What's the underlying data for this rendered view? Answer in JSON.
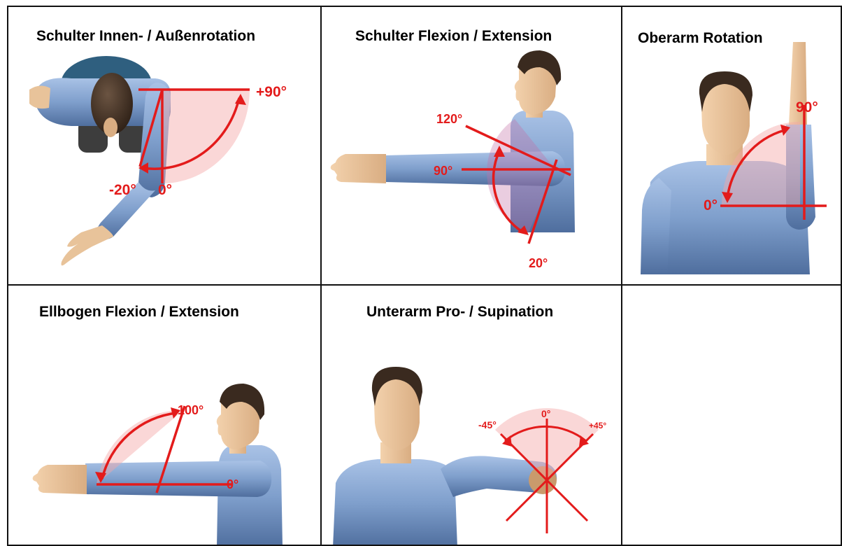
{
  "panels": [
    {
      "title": "Schulter Innen- / Außenrotation",
      "labels": {
        "max": "+90°",
        "min": "-20°",
        "zero": "0°"
      }
    },
    {
      "title": "Schulter Flexion / Extension",
      "labels": {
        "a": "120°",
        "b": "90°",
        "c": "20°"
      }
    },
    {
      "title": "Oberarm Rotation",
      "labels": {
        "a": "90°",
        "b": "0°"
      }
    },
    {
      "title": "Ellbogen Flexion / Extension",
      "labels": {
        "a": "100°",
        "b": "0°"
      }
    },
    {
      "title": "Unterarm Pro- / Supination",
      "labels": {
        "a": "-45°",
        "b": "0°",
        "c": "+45°"
      }
    }
  ],
  "colors": {
    "angle": "#e31b1b",
    "skin": "#e8c39a",
    "shirt": "#7f9fcc",
    "hair": "#3a2a1f",
    "border": "#111111"
  }
}
